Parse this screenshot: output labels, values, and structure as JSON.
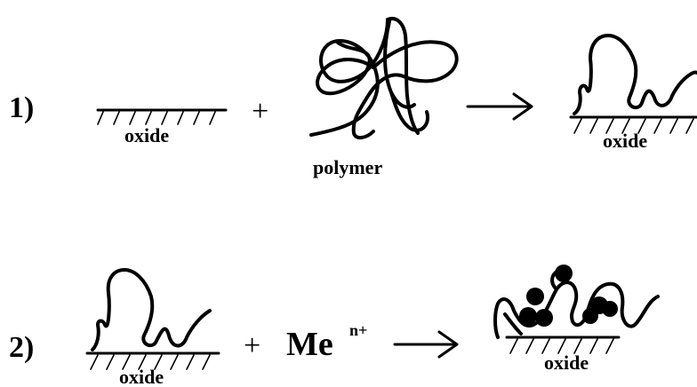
{
  "step1": {
    "number": "1)",
    "surface_label": "oxide",
    "plus": "+",
    "polymer_label": "polymer",
    "product_surface_label": "oxide"
  },
  "step2": {
    "number": "2)",
    "surface_label": "oxide",
    "plus": "+",
    "metal_symbol": "Me",
    "metal_charge": "n+",
    "product_surface_label": "oxide"
  }
}
